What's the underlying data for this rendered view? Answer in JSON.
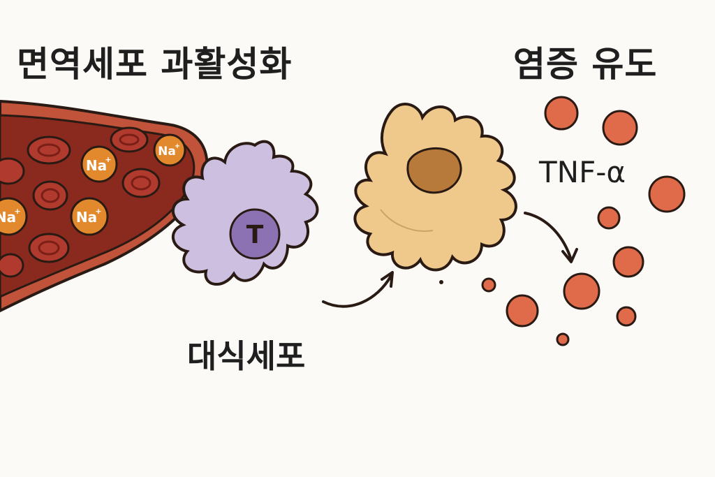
{
  "titles": {
    "left": "면역세포 과활성화",
    "right": "염증 유도"
  },
  "labels": {
    "macrophage": "대식세포",
    "cytokine": "TNF-α",
    "t_cell": "T",
    "sodium": "Na",
    "sodium_charge": "+"
  },
  "colors": {
    "vessel_outer": "#c0533a",
    "vessel_inner": "#8a2a1e",
    "red_cell": "#b03a2e",
    "sodium": "#e3892d",
    "t_cell": "#cdbfe0",
    "t_nucleus": "#8c72b2",
    "activated_cell": "#efc98c",
    "activated_nucleus": "#b87a3a",
    "cytokine": "#e06b4a"
  }
}
